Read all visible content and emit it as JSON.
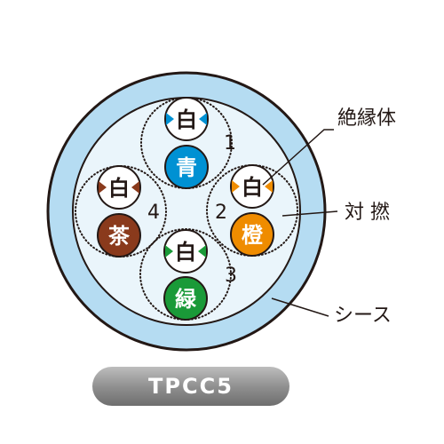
{
  "callouts": {
    "insulation": "絶縁体",
    "twisted_pair": "対 撚",
    "sheath": "シース"
  },
  "pairs": [
    {
      "number": "1",
      "stripe_label": "白",
      "main_label": "青",
      "color": "#0091d3"
    },
    {
      "number": "2",
      "stripe_label": "白",
      "main_label": "橙",
      "color": "#ef8c00"
    },
    {
      "number": "3",
      "stripe_label": "白",
      "main_label": "緑",
      "color": "#1a9a38"
    },
    {
      "number": "4",
      "stripe_label": "白",
      "main_label": "茶",
      "color": "#8a3a1c"
    }
  ],
  "model": "TPCC5",
  "colors": {
    "sheath": "#b5dcf2",
    "sheath_border": "#231815",
    "stripe_white": "#ffffff",
    "line": "#231815"
  }
}
